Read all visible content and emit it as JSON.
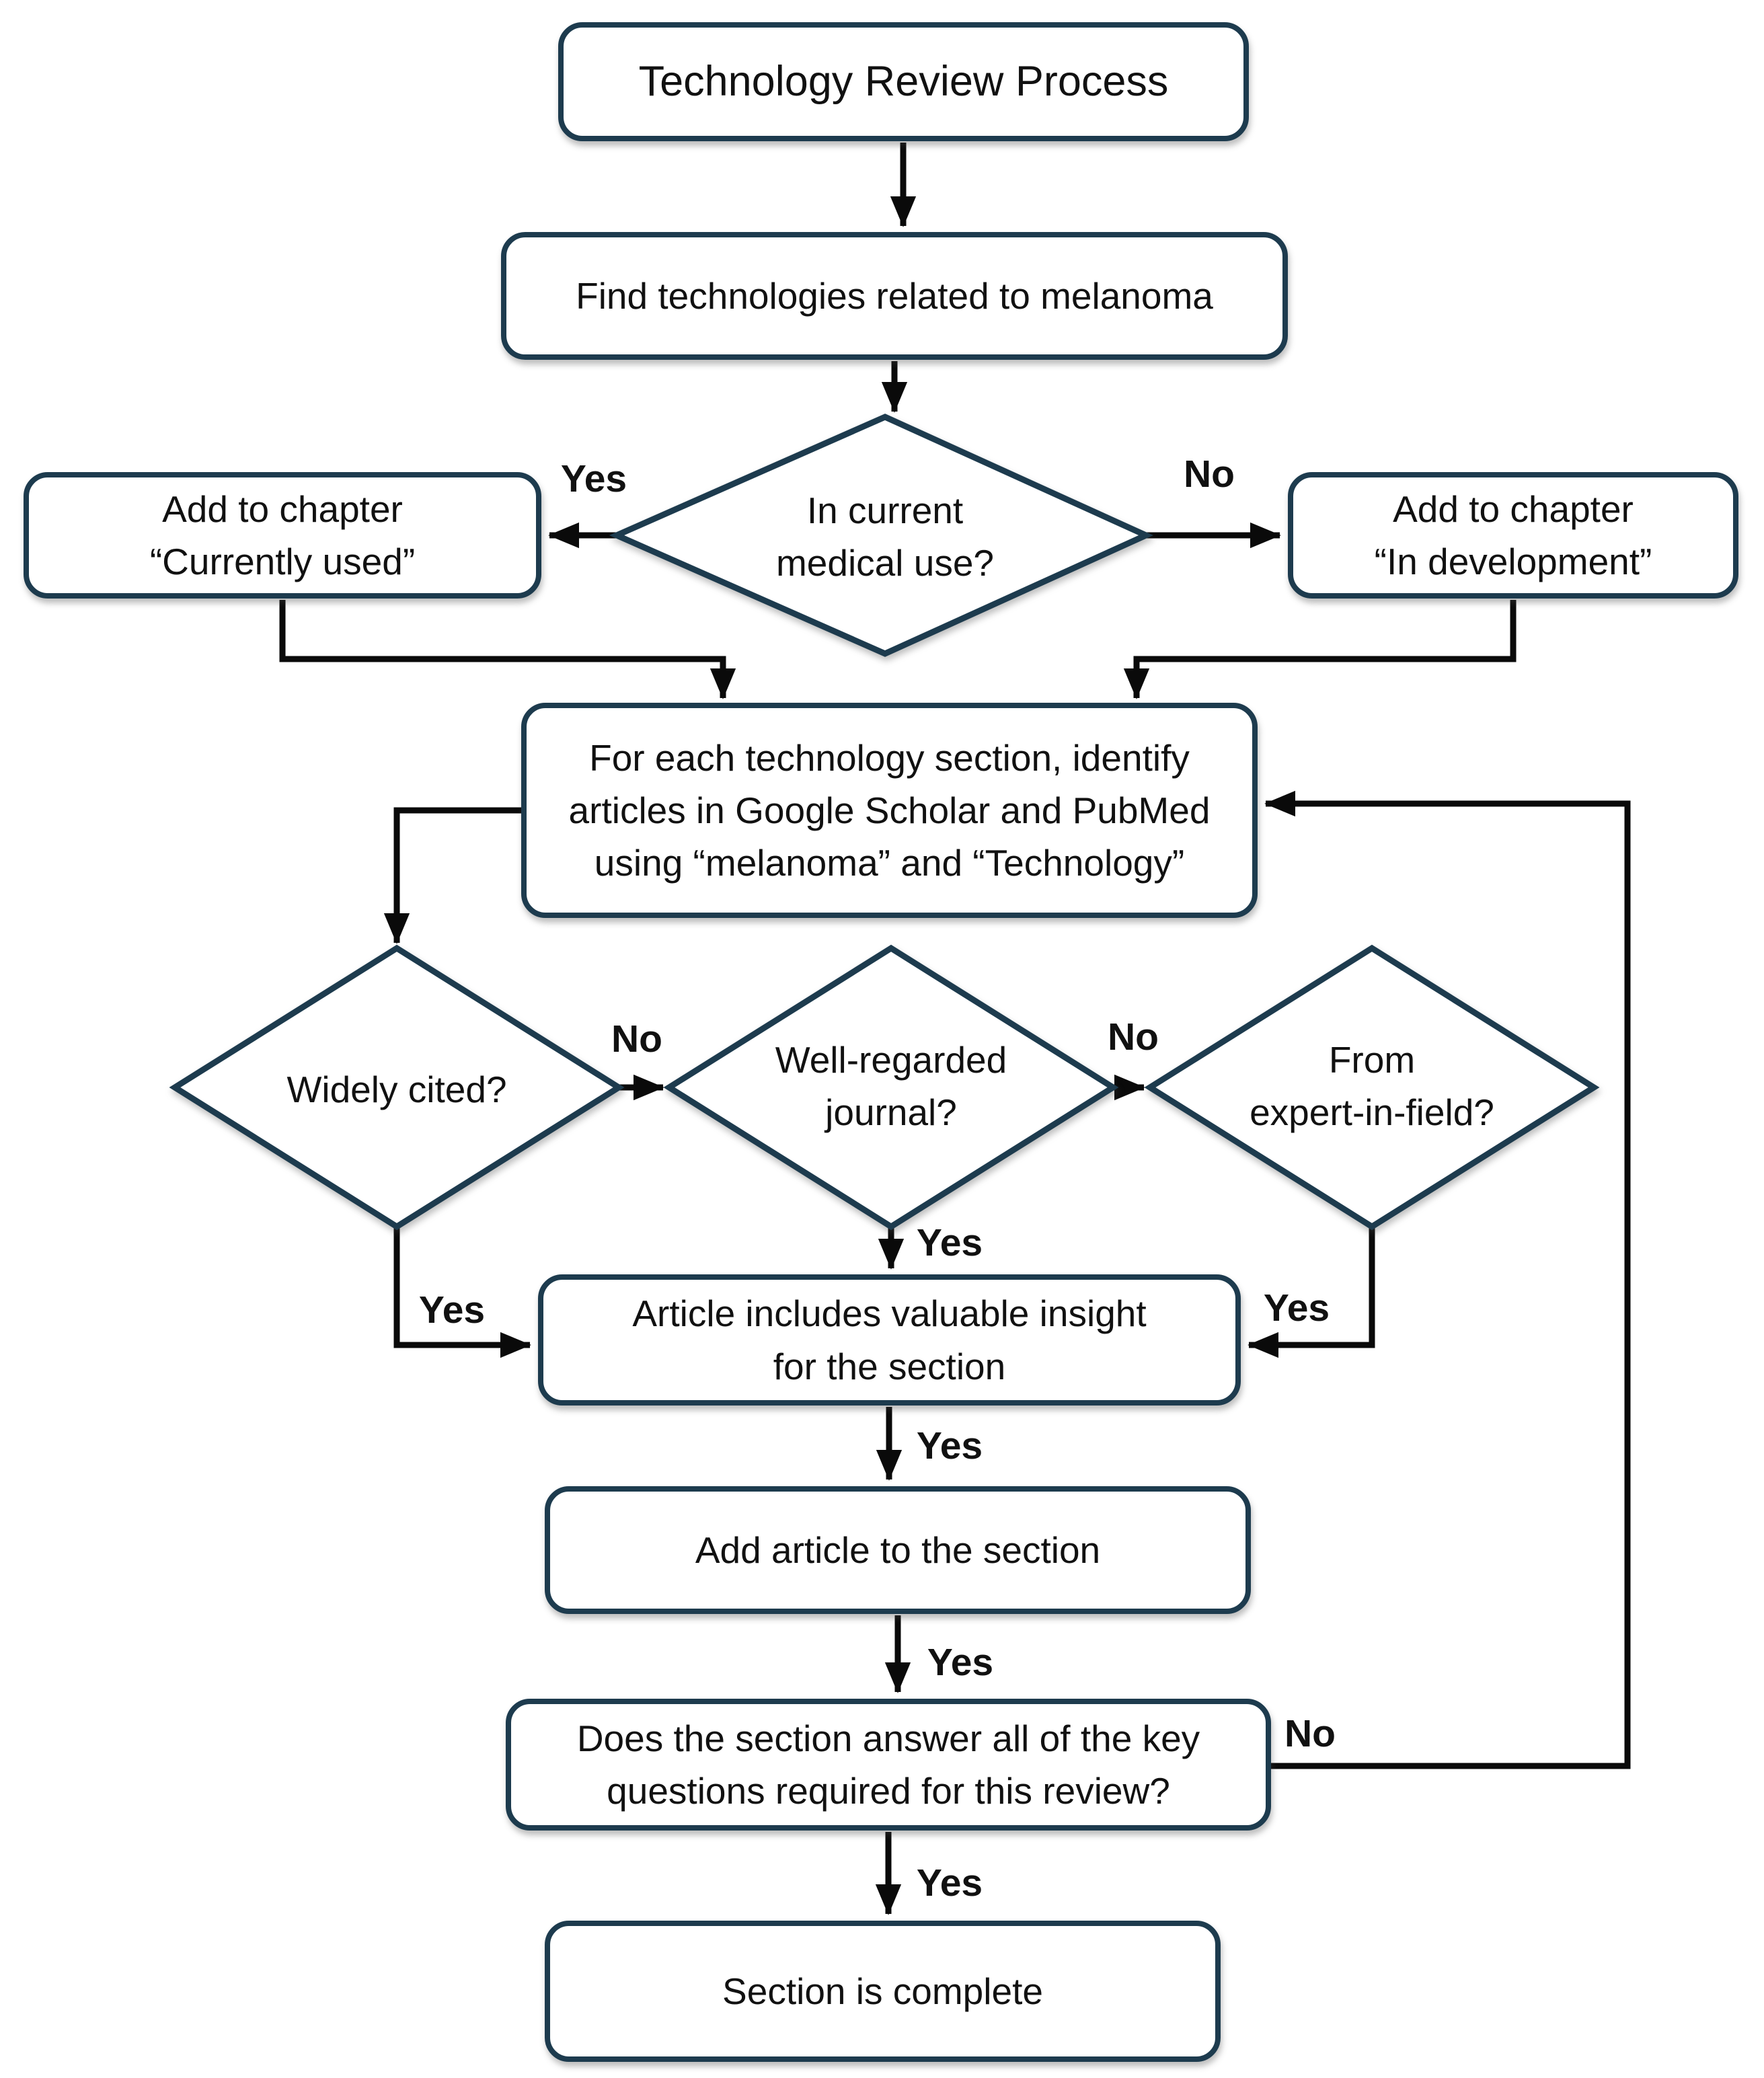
{
  "theme": {
    "border_navy": "#1d3b4e",
    "line_black": "#0a0a0a",
    "box_fill": "#ffffff",
    "bg": "#ffffff",
    "text": "#111111"
  },
  "nodes": {
    "title": {
      "lines": [
        "Technology Review Process"
      ]
    },
    "find": {
      "lines": [
        "Find technologies related to melanoma"
      ]
    },
    "medical": {
      "lines": [
        "In current",
        "medical use?"
      ]
    },
    "currently": {
      "lines": [
        "Add to chapter",
        "“Currently used”"
      ]
    },
    "development": {
      "lines": [
        "Add to chapter",
        "“In development”"
      ]
    },
    "foreach": {
      "lines": [
        "For each technology section, identify",
        "articles in Google Scholar and PubMed",
        "using “melanoma” and “Technology”"
      ]
    },
    "widely": {
      "lines": [
        "Widely cited?"
      ]
    },
    "journal": {
      "lines": [
        "Well-regarded",
        "journal?"
      ]
    },
    "expert": {
      "lines": [
        "From",
        "expert-in-field?"
      ]
    },
    "article": {
      "lines": [
        "Article includes valuable insight",
        "for the section"
      ]
    },
    "add_article": {
      "lines": [
        "Add article to the section"
      ]
    },
    "check": {
      "lines": [
        "Does the section answer all of the key",
        "questions required for this review?"
      ]
    },
    "complete": {
      "lines": [
        "Section is complete"
      ]
    }
  },
  "edge_labels": {
    "medical_yes": "Yes",
    "medical_no": "No",
    "widely_no": "No",
    "journal_no": "No",
    "widely_yes": "Yes",
    "journal_yes": "Yes",
    "expert_yes": "Yes",
    "article_yes": "Yes",
    "add_article_yes": "Yes",
    "check_no": "No",
    "check_yes": "Yes"
  }
}
